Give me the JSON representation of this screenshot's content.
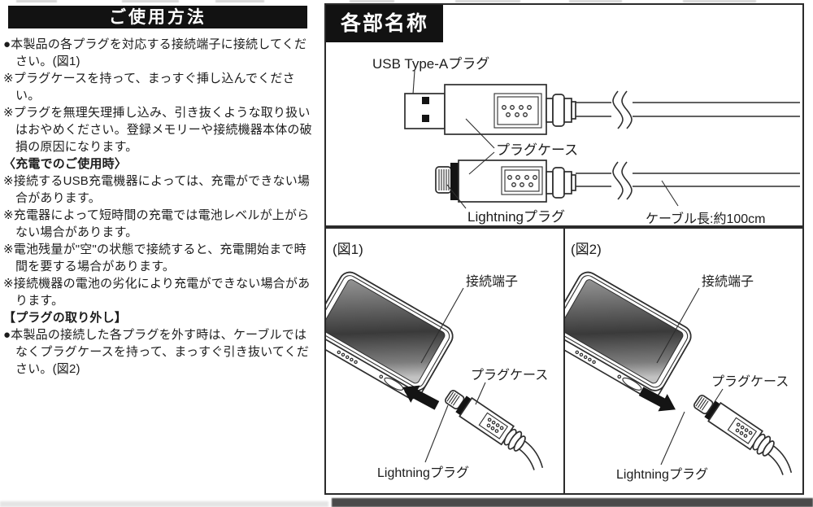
{
  "usage": {
    "header": "ご使用方法",
    "paragraphs": [
      {
        "style": "item",
        "text": "●本製品の各プラグを対応する接続端子に接続してください。(図1)"
      },
      {
        "style": "item",
        "text": "※プラグケースを持って、まっすぐ挿し込んでください。"
      },
      {
        "style": "item",
        "text": "※プラグを無理矢理挿し込み、引き抜くような取り扱いはおやめください。登録メモリーや接続機器本体の破損の原因になります。"
      },
      {
        "style": "subhead",
        "text": "〈充電でのご使用時〉"
      },
      {
        "style": "item",
        "text": "※接続するUSB充電機器によっては、充電ができない場合があります。"
      },
      {
        "style": "item",
        "text": "※充電器によって短時間の充電では電池レベルが上がらない場合があります。"
      },
      {
        "style": "item",
        "text": "※電池残量が\"空\"の状態で接続すると、充電開始まで時間を要する場合があります。"
      },
      {
        "style": "item",
        "text": "※接続機器の電池の劣化により充電ができない場合があります。"
      },
      {
        "style": "subhead",
        "text": "【プラグの取り外し】"
      },
      {
        "style": "item",
        "text": "●本製品の接続した各プラグを外す時は、ケーブルではなくプラグケースを持って、まっすぐ引き抜いてください。(図2)"
      }
    ]
  },
  "parts": {
    "header": "各部名称",
    "labels": {
      "usb_plug": "USB Type-Aプラグ",
      "plug_case": "プラグケース",
      "lightning_plug": "Lightningプラグ",
      "cable_length": "ケーブル長:約100cm"
    }
  },
  "figures": {
    "fig1": {
      "title": "(図1)",
      "labels": {
        "terminal": "接続端子",
        "plug_case": "プラグケース",
        "lightning_plug": "Lightningプラグ"
      }
    },
    "fig2": {
      "title": "(図2)",
      "labels": {
        "terminal": "接続端子",
        "plug_case": "プラグケース",
        "lightning_plug": "Lightningプラグ"
      }
    }
  },
  "colors": {
    "header_bg": "#121212",
    "header_text": "#ffffff",
    "line_art": "#2e2e2e",
    "screen_dark": "#3f3f3f"
  }
}
